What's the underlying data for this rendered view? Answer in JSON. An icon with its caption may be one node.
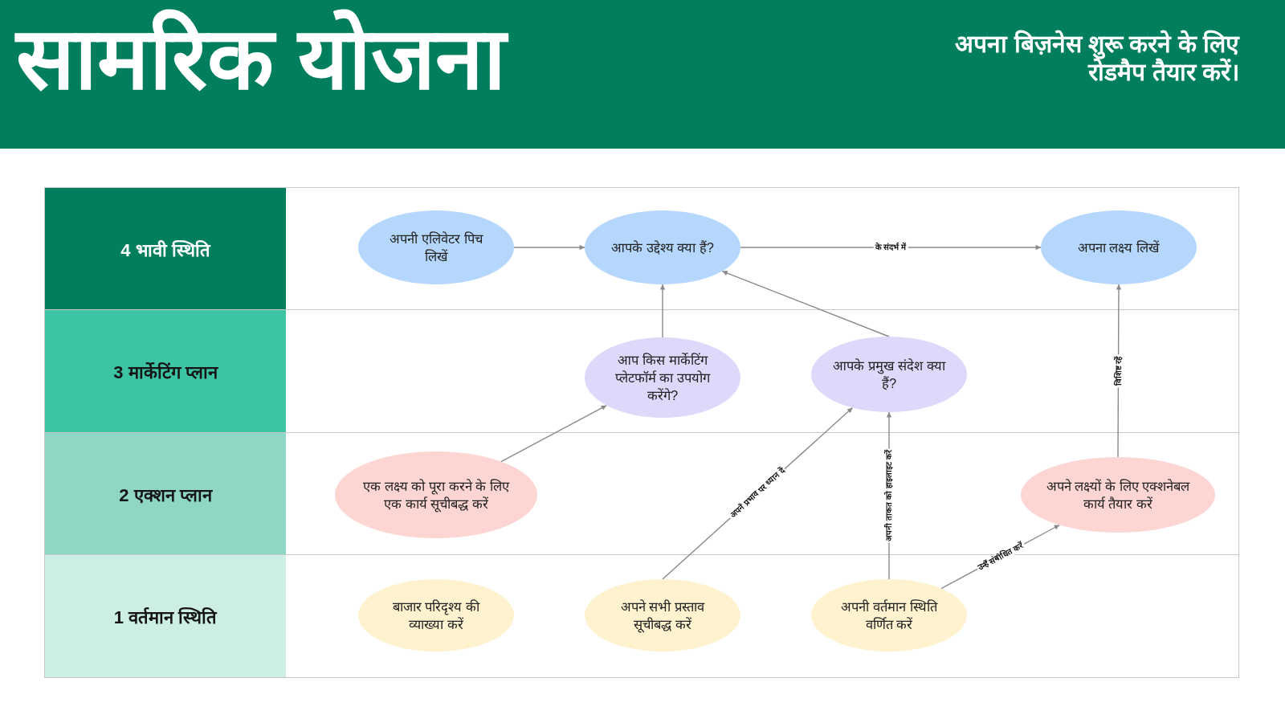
{
  "diagram": {
    "title": "सामरिक योजना",
    "nodes": [
      {
        "text": [
          "4 भावी स्थिति"
        ]
      },
      {
        "text": [
          "अपनी एलिवेटर पिच लिखें"
        ],
        "in": 0
      },
      {
        "text": [
          "आपके उद्देश्य क्या हैं?"
        ],
        "in": 0
      },
      {
        "text": [
          "अपना लक्ष्य लिखें"
        ],
        "in": 0
      },
      {
        "text": [
          "3 मार्केटिंग प्लान"
        ]
      },
      {
        "text": [
          "आप किस मार्केटिंग प्लेटफॉर्म का उपयोग करेंगे?"
        ],
        "in": 4
      },
      {
        "text": [
          "आपके प्रमुख संदेश क्या हैं?"
        ],
        "in": 4
      },
      {
        "text": [
          "2 एक्शन प्लान"
        ]
      },
      {
        "text": [
          "एक लक्ष्य को पूरा करने के लिए एक कार्य सूचीबद्ध करें"
        ],
        "in": 7
      },
      {
        "text": [
          "अपने लक्ष्यों के लिए एक्शनेबल कार्य तैयार करें"
        ],
        "in": 7
      },
      {
        "text": [
          "1 वर्तमान स्थिति"
        ]
      },
      {
        "text": [
          "बाजार परिदृश्य की व्याख्या करें"
        ],
        "in": 10
      },
      {
        "text": [
          "अपने सभी प्रस्ताव सूचीबद्ध करें"
        ],
        "in": 10
      },
      {
        "text": [
          "अपनी वर्तमान स्थिति वर्णित करें"
        ],
        "in": 10
      }
    ],
    "edges": [
      {
        "from": 1,
        "to": 2,
        "arrow": "to"
      },
      {
        "from": 2,
        "to": 3,
        "arrow": "to",
        "label": "के संदर्भ में"
      },
      {
        "from": 5,
        "to": 2,
        "arrow": "to"
      },
      {
        "from": 6,
        "to": 2,
        "arrow": "to"
      },
      {
        "from": 8,
        "to": 5,
        "arrow": "to"
      },
      {
        "from": 12,
        "to": 6,
        "arrow": "to",
        "label": "अपने प्रभाव पर ध्यान दें"
      },
      {
        "from": 13,
        "to": 6,
        "arrow": "to",
        "label": "अपनी ताकत को हाइलाइट करें"
      },
      {
        "from": 13,
        "to": 9,
        "arrow": "to",
        "label": "उन्हें संबोधित करें"
      },
      {
        "from": 9,
        "to": 3,
        "arrow": "to",
        "label": "विशिष्ट रहें"
      }
    ],
    "labels": [
      "अपना बिज़नेस शुरू करने के लिए रोडमैप तैयार करें।"
    ]
  }
}
